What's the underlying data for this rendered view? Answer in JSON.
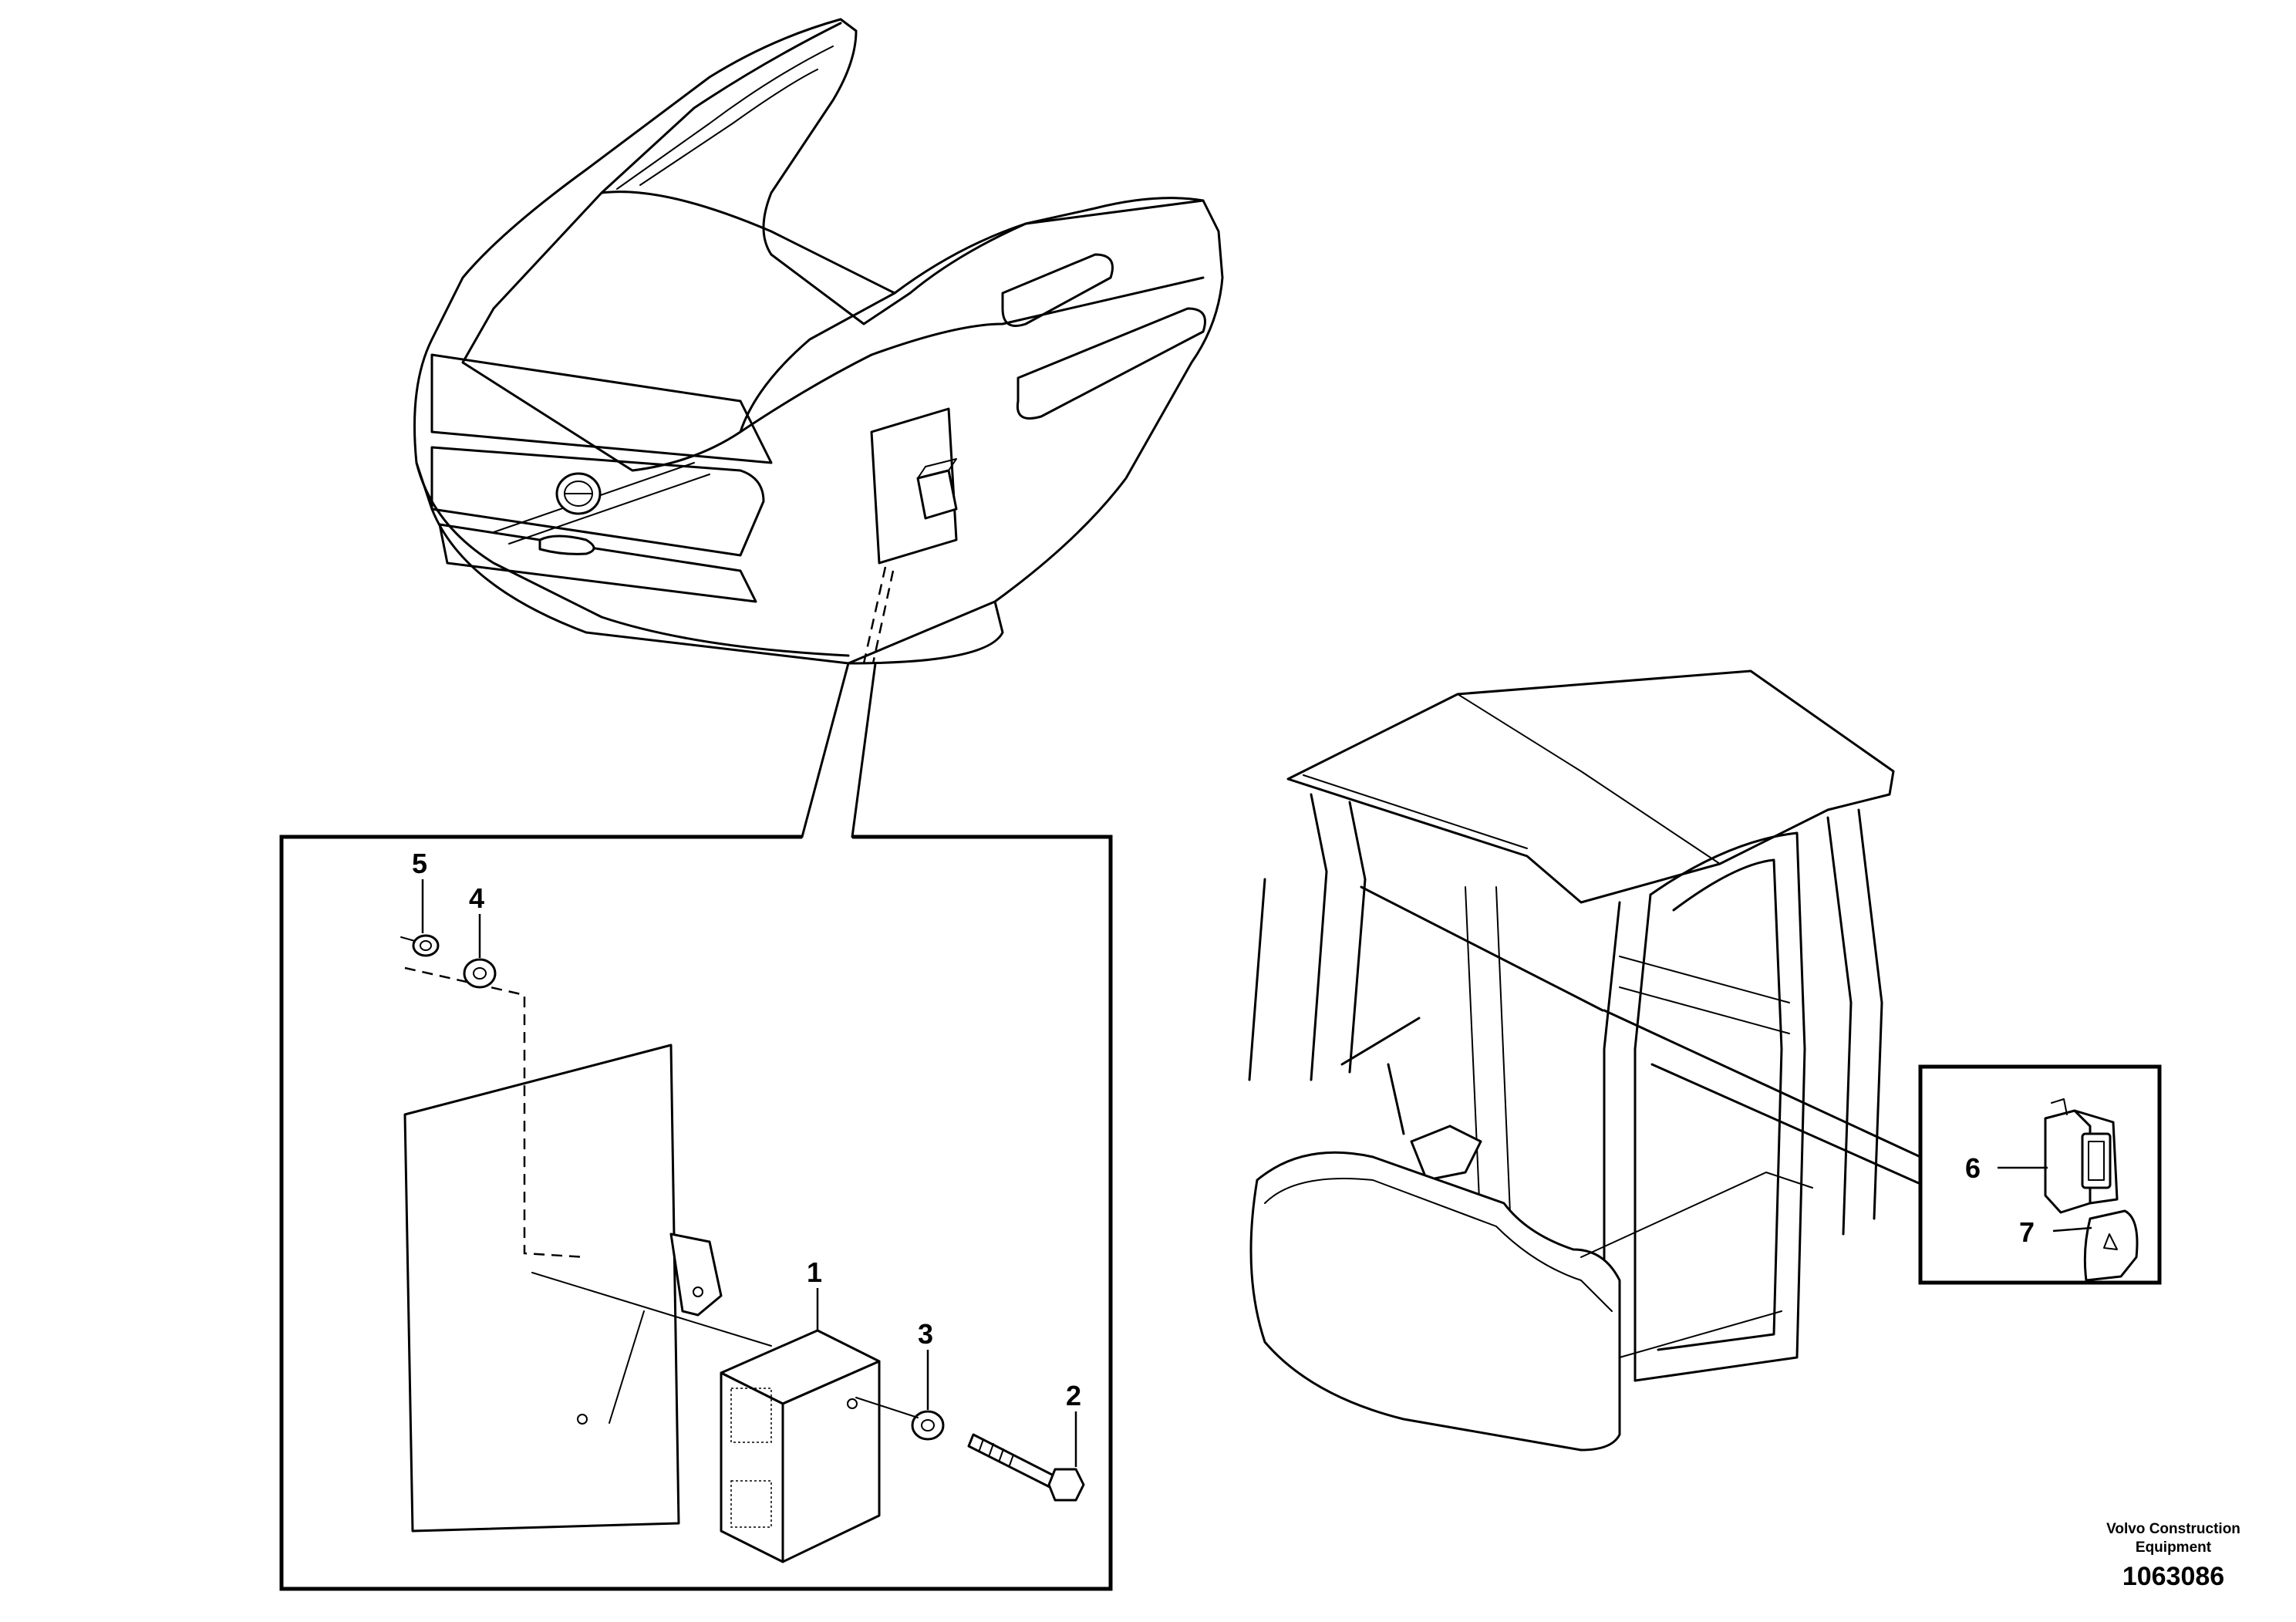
{
  "callouts": {
    "c1": "1",
    "c2": "2",
    "c3": "3",
    "c4": "4",
    "c5": "5",
    "c6": "6",
    "c7": "7"
  },
  "footer": {
    "brand_line1": "Volvo Construction",
    "brand_line2": "Equipment",
    "doc_number": "1063086"
  }
}
